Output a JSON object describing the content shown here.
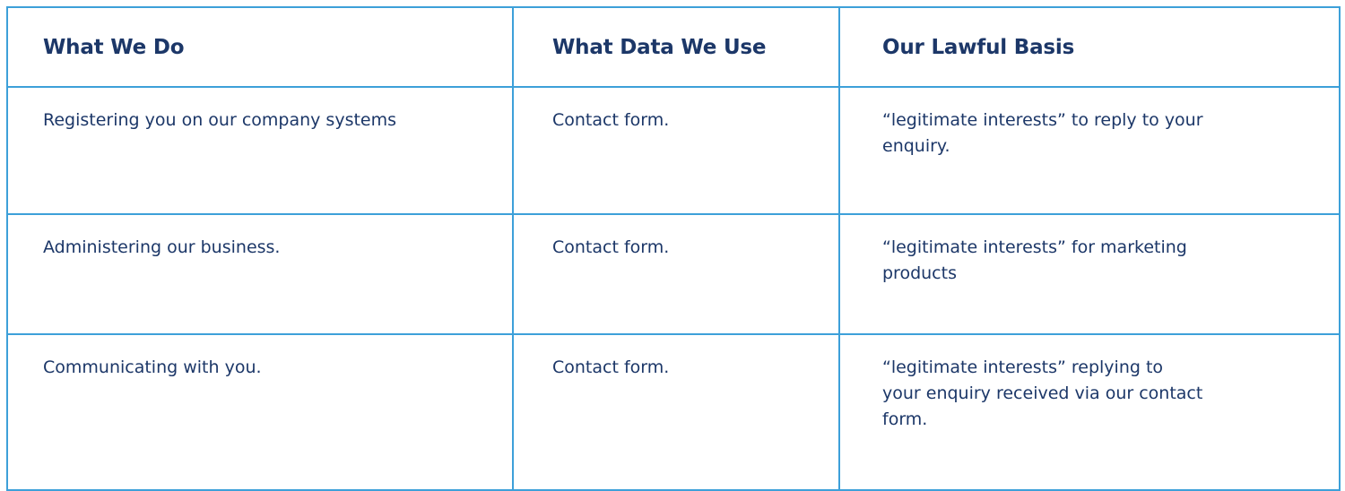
{
  "table": {
    "headers": [
      "What We Do",
      "What Data We Use",
      "Our Lawful Basis"
    ],
    "rows": [
      [
        "Registering you on our company systems",
        "Contact form.",
        "“legitimate interests” to reply to your enquiry."
      ],
      [
        "Administering our business.",
        "Contact form.",
        "“legitimate interests” for marketing products"
      ],
      [
        "Communicating with you.",
        "Contact form.",
        "“legitimate interests” replying to your enquiry received via our contact form."
      ]
    ]
  },
  "colors": {
    "border": "#3da0d9",
    "text": "#1c3768",
    "background": "#ffffff"
  }
}
